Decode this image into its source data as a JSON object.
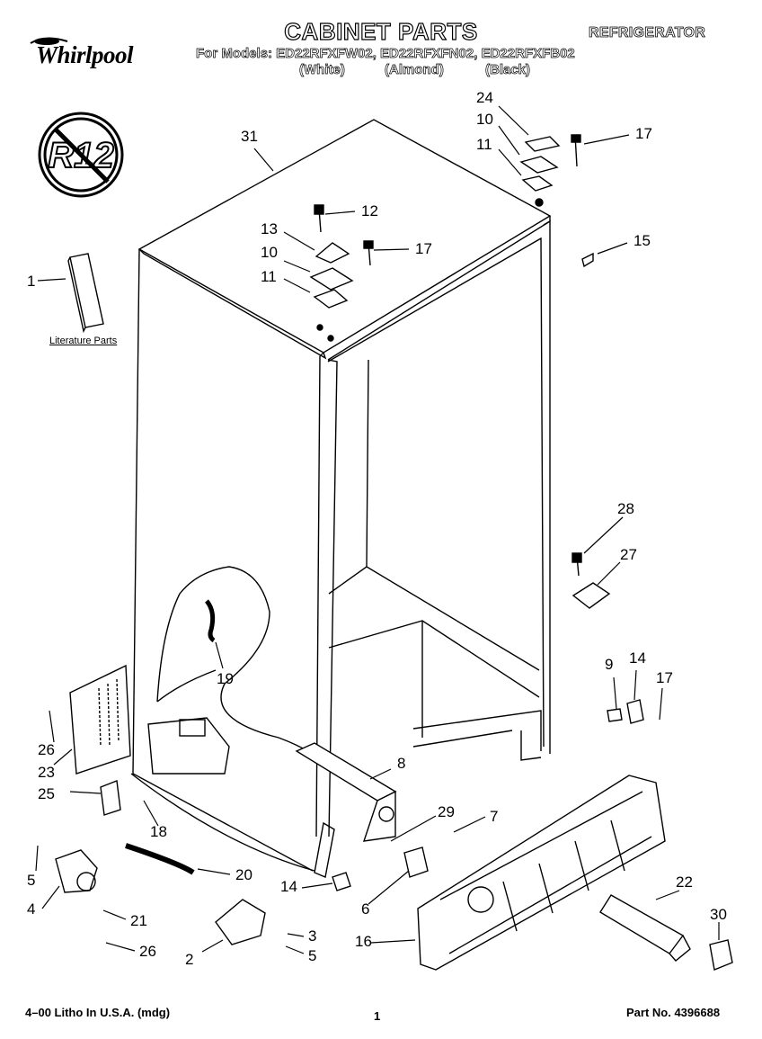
{
  "header": {
    "brand": "Whirlpool",
    "title": "CABINET PARTS",
    "appliance": "REFRIGERATOR",
    "models_line": "For Models: ED22RFXFW02, ED22RFXFN02, ED22RFXFB02",
    "colors": [
      "(White)",
      "(Almond)",
      "(Black)"
    ]
  },
  "badge": {
    "text": "R12"
  },
  "literature_label": "Literature Parts",
  "callouts": [
    {
      "id": "c31",
      "text": "31"
    },
    {
      "id": "c24",
      "text": "24"
    },
    {
      "id": "c10a",
      "text": "10"
    },
    {
      "id": "c17a",
      "text": "17"
    },
    {
      "id": "c11a",
      "text": "11"
    },
    {
      "id": "c12",
      "text": "12"
    },
    {
      "id": "c13",
      "text": "13"
    },
    {
      "id": "c17b",
      "text": "17"
    },
    {
      "id": "c10b",
      "text": "10"
    },
    {
      "id": "c11b",
      "text": "11"
    },
    {
      "id": "c15",
      "text": "15"
    },
    {
      "id": "c1",
      "text": "1"
    },
    {
      "id": "c28",
      "text": "28"
    },
    {
      "id": "c27",
      "text": "27"
    },
    {
      "id": "c19",
      "text": "19"
    },
    {
      "id": "c9",
      "text": "9"
    },
    {
      "id": "c14a",
      "text": "14"
    },
    {
      "id": "c17c",
      "text": "17"
    },
    {
      "id": "c26a",
      "text": "26"
    },
    {
      "id": "c23",
      "text": "23"
    },
    {
      "id": "c8",
      "text": "8"
    },
    {
      "id": "c25",
      "text": "25"
    },
    {
      "id": "c18",
      "text": "18"
    },
    {
      "id": "c29",
      "text": "29"
    },
    {
      "id": "c7",
      "text": "7"
    },
    {
      "id": "c5a",
      "text": "5"
    },
    {
      "id": "c20",
      "text": "20"
    },
    {
      "id": "c22",
      "text": "22"
    },
    {
      "id": "c4",
      "text": "4"
    },
    {
      "id": "c14b",
      "text": "14"
    },
    {
      "id": "c6",
      "text": "6"
    },
    {
      "id": "c30",
      "text": "30"
    },
    {
      "id": "c21",
      "text": "21"
    },
    {
      "id": "c3",
      "text": "3"
    },
    {
      "id": "c16",
      "text": "16"
    },
    {
      "id": "c26b",
      "text": "26"
    },
    {
      "id": "c2",
      "text": "2"
    },
    {
      "id": "c5b",
      "text": "5"
    }
  ],
  "footer": {
    "litho": "4–00 Litho In U.S.A. (mdg)",
    "page": "1",
    "part_no": "Part No. 4396688"
  }
}
